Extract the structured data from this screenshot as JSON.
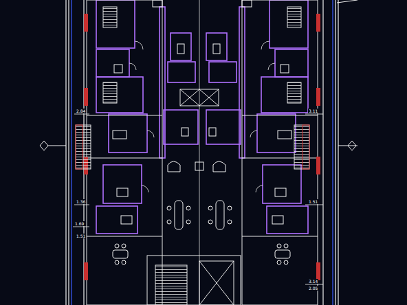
{
  "diagram": {
    "labels": [
      "2.84",
      "3.11",
      "1.36",
      "1.51",
      "1.69",
      "1.51",
      "3.14",
      "2.05"
    ]
  }
}
